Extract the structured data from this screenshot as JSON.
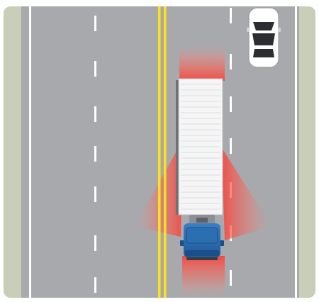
{
  "scene": {
    "description_visible_text": "",
    "colors": {
      "road": "#a7a9ac",
      "shoulder": "#c9ceb9",
      "lane_marking_white": "#ffffff",
      "center_line_yellow": "#ffe11a",
      "truck_cab": "#2a6db3",
      "truck_cab_dark": "#1a4f8a",
      "trailer": "#f4f4f4",
      "blind_spot": "#ff3b30",
      "car_body": "#ffffff"
    },
    "icons": {
      "truck": "semi-truck-top-view",
      "car": "sedan-top-view",
      "blind_spot_zones": [
        "front-blind-spot",
        "rear-blind-spot",
        "left-side-blind-spot",
        "right-side-blind-spot"
      ]
    }
  }
}
